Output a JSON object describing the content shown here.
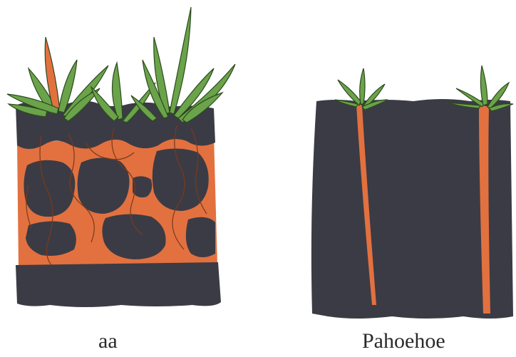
{
  "panels": [
    {
      "id": "aa",
      "caption": "aa"
    },
    {
      "id": "pahoehoe",
      "caption": "Pahoehoe"
    }
  ],
  "colors": {
    "rock": "#3b3b45",
    "soil": "#e2713f",
    "leaf": "#6aa34a",
    "leaf_outline": "#2d4a1e",
    "root": "#7a3a1a"
  }
}
